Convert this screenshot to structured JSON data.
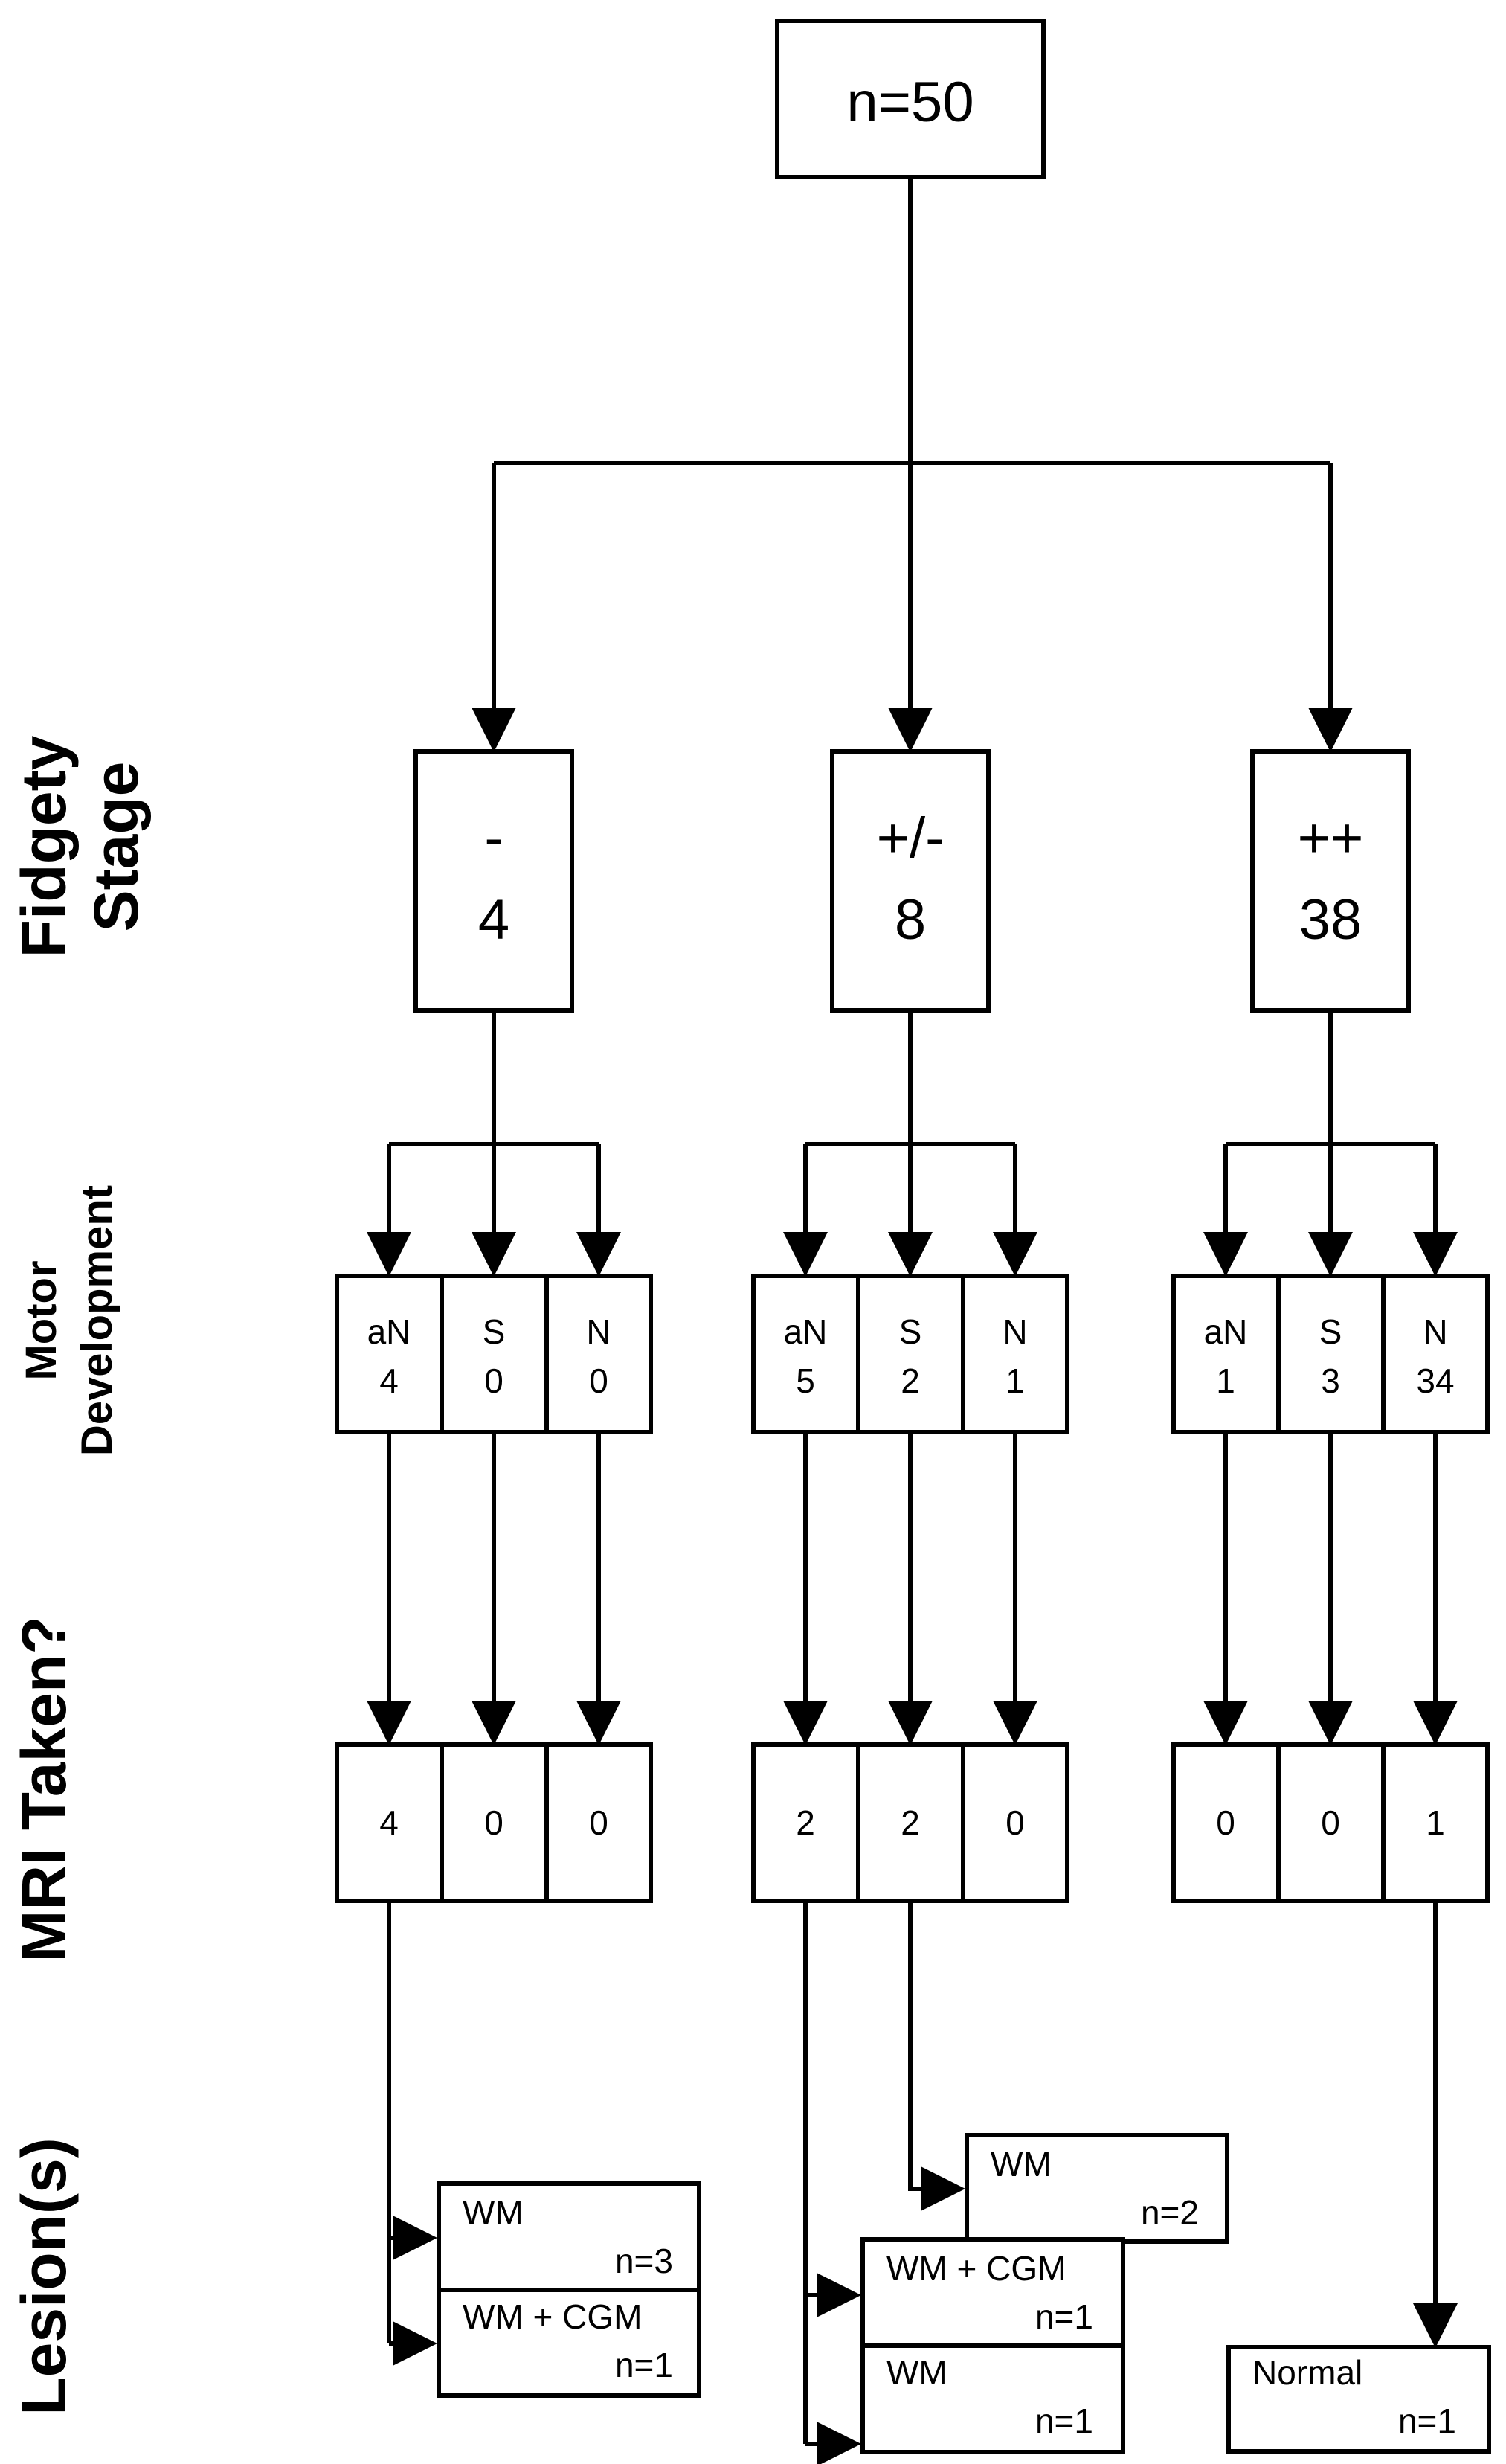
{
  "root": {
    "label": "n=50"
  },
  "row_labels": {
    "fidgety_1": "Fidgety",
    "fidgety_2": "Stage",
    "motor_1": "Motor",
    "motor_2": "Development",
    "mri": "MRI Taken?",
    "lesions": "Lesion(s)"
  },
  "fidgety": [
    {
      "sign": "-",
      "count": "4"
    },
    {
      "sign": "+/-",
      "count": "8"
    },
    {
      "sign": "++",
      "count": "38"
    }
  ],
  "motor": [
    [
      {
        "label": "aN",
        "count": "4"
      },
      {
        "label": "S",
        "count": "0"
      },
      {
        "label": "N",
        "count": "0"
      }
    ],
    [
      {
        "label": "aN",
        "count": "5"
      },
      {
        "label": "S",
        "count": "2"
      },
      {
        "label": "N",
        "count": "1"
      }
    ],
    [
      {
        "label": "aN",
        "count": "1"
      },
      {
        "label": "S",
        "count": "3"
      },
      {
        "label": "N",
        "count": "34"
      }
    ]
  ],
  "mri": [
    [
      "4",
      "0",
      "0"
    ],
    [
      "2",
      "2",
      "0"
    ],
    [
      "0",
      "0",
      "1"
    ]
  ],
  "lesions": {
    "g1_wm": {
      "name": "WM",
      "n": "n=3"
    },
    "g1_wmcgm": {
      "name": "WM + CGM",
      "n": "n=1"
    },
    "g2_wm_top": {
      "name": "WM",
      "n": "n=2"
    },
    "g2_wmcgm": {
      "name": "WM + CGM",
      "n": "n=1"
    },
    "g2_wm_bottom": {
      "name": "WM",
      "n": "n=1"
    },
    "g3_normal": {
      "name": "Normal",
      "n": "n=1"
    }
  }
}
